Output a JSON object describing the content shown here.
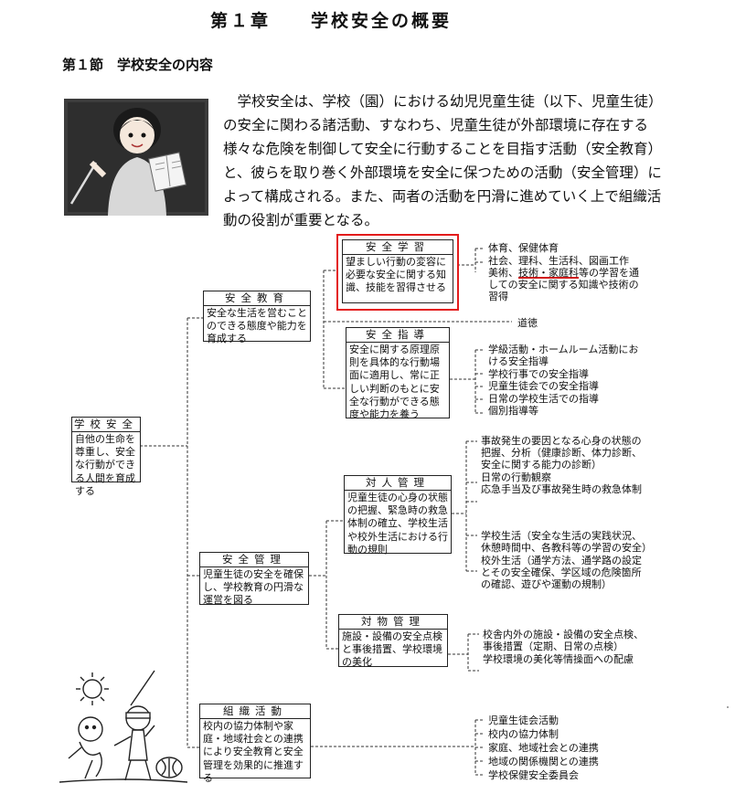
{
  "chapter_title": "第１章　　学校安全の概要",
  "section_title": "第１節　学校安全の内容",
  "intro_text": "学校安全は、学校（園）における幼児児童生徒（以下、児童生徒）の安全に関わる諸活動、すなわち、児童生徒が外部環境に存在する様々な危険を制御して安全に行動することを目指す活動（安全教育）と、彼らを取り巻く外部環境を安全に保つための活動（安全管理）によって構成される。また、両者の活動を円滑に進めていく上で組織活動の役割が重要となる。",
  "boxes": {
    "school_safety": {
      "title": "学校安全",
      "body": "自他の生命を尊重し、安全な行動ができる人間を育成する"
    },
    "safety_education": {
      "title": "安全教育",
      "body": "安全な生活を営むことのできる態度や能力を育成する"
    },
    "safety_learning": {
      "title": "安全学習",
      "body": "望ましい行動の変容に必要な安全に関する知識、技能を習得させる"
    },
    "safety_guidance": {
      "title": "安全指導",
      "body": "安全に関する原理原則を具体的な行動場面に適用し、常に正しい判断のもとに安全な行動ができる態度や能力を養う"
    },
    "safety_management": {
      "title": "安全管理",
      "body": "児童生徒の安全を確保し、学校教育の円滑な運営を図る"
    },
    "person_management": {
      "title": "対人管理",
      "body": "児童生徒の心身の状態の把握、緊急時の救急体制の確立、学校生活や校外生活における行動の規則"
    },
    "object_management": {
      "title": "対物管理",
      "body": "施設・設備の安全点検と事後措置、学校環境の美化"
    },
    "organization": {
      "title": "組織活動",
      "body": "校内の協力体制や家庭・地域社会との連携により安全教育と安全管理を効果的に推進する"
    }
  },
  "lists": {
    "learning": {
      "item1": "体育、保健体育",
      "item2_a": "社会、理科、生活科、図画工作",
      "item2_b": "美術、",
      "item2_u": "技術・家庭科",
      "item2_c": "等の学習を通しての安全に関する知識や技術の習得"
    },
    "moral": "道徳",
    "guidance": [
      "学級活動・ホームルーム活動における安全指導",
      "学校行事での安全指導",
      "児童生徒会での安全指導",
      "日常の学校生活での指導",
      "個別指導等"
    ],
    "person_a": [
      "事故発生の要因となる心身の状態の把握、分析（健康診断、体力診断、安全に関する能力の診断）",
      "日常の行動観察",
      "応急手当及び事故発生時の救急体制"
    ],
    "person_b": [
      "学校生活（安全な生活の実践状況、休憩時間中、各教科等の学習の安全）",
      "校外生活（通学方法、通学路の設定とその安全確保、学区域の危険箇所の確認、遊びや運動の規制）"
    ],
    "object": [
      "校舎内外の施設・設備の安全点検、事後措置（定期、日常の点検）",
      "学校環境の美化等情操面への配慮"
    ],
    "organization": [
      "児童生徒会活動",
      "校内の協力体制",
      "家庭、地域社会との連携",
      "地域の関係機関との連携",
      "学校保健安全委員会"
    ]
  },
  "colors": {
    "highlight": "#e31b1b",
    "underline": "#d21b1b"
  }
}
